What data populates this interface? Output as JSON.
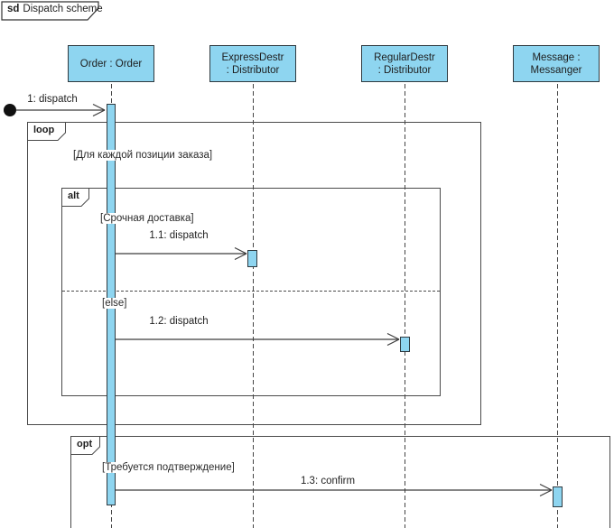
{
  "title_tab": {
    "keyword": "sd",
    "name": "Dispatch scheme"
  },
  "lifelines": [
    {
      "line1": "Order : Order",
      "line2": ""
    },
    {
      "line1": "ExpressDestr",
      "line2": ": Distributor"
    },
    {
      "line1": "RegularDestr",
      "line2": ": Distributor"
    },
    {
      "line1": "Message :",
      "line2": "Messanger"
    }
  ],
  "fragments": {
    "loop": {
      "operator": "loop",
      "guard": "[Для каждой позиции заказа]"
    },
    "alt": {
      "operator": "alt",
      "guard_if": "[Срочная доставка]",
      "guard_else": "[else]"
    },
    "opt": {
      "operator": "opt",
      "guard": "[Требуется подтверждение]"
    }
  },
  "messages": {
    "m1": {
      "label": "1: dispatch"
    },
    "m11": {
      "label": "1.1: dispatch"
    },
    "m12": {
      "label": "1.2: dispatch"
    },
    "m13": {
      "label": "1.3: confirm"
    }
  },
  "colors": {
    "shape_fill": "#8ED5F0",
    "shape_border": "#2F3A40",
    "message_line": "#3C3C3C",
    "frame_border": "#4A4A4A",
    "found_message_dot": "#111111"
  }
}
